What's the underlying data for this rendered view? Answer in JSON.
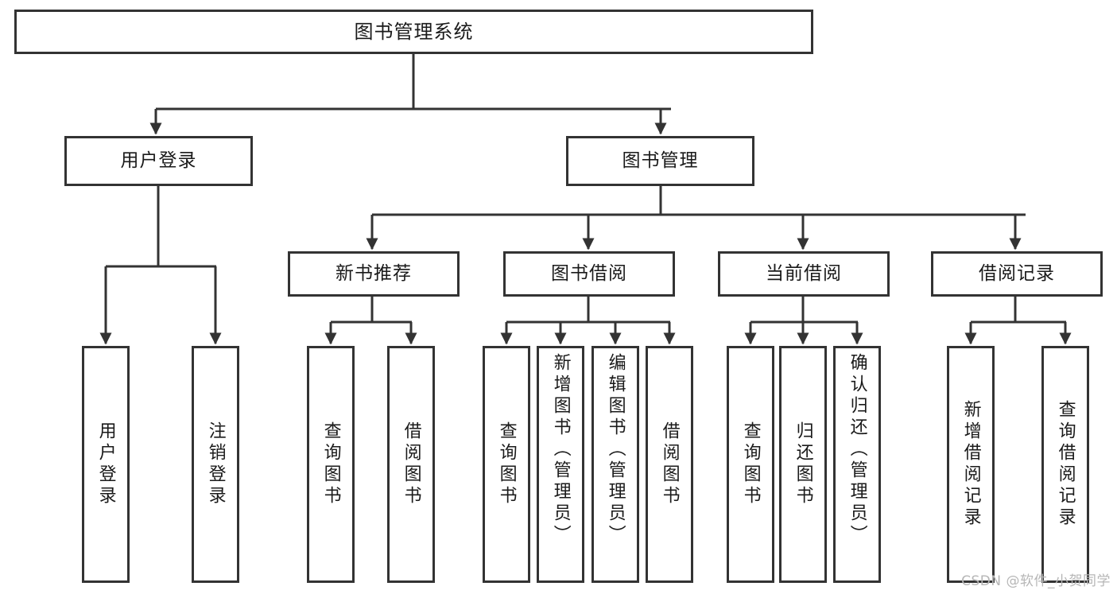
{
  "diagram": {
    "title": "图书管理系统",
    "type": "tree",
    "watermark": "CSDN @软件_小贺同学",
    "colors": {
      "stroke": "#333333",
      "fill": "#ffffff",
      "text": "#1a1a1a",
      "watermark": "#b6b6b6"
    },
    "root": {
      "label": "图书管理系统"
    },
    "level2": [
      {
        "label": "用户登录"
      },
      {
        "label": "图书管理"
      }
    ],
    "level3": [
      {
        "label": "新书推荐"
      },
      {
        "label": "图书借阅"
      },
      {
        "label": "当前借阅"
      },
      {
        "label": "借阅记录"
      }
    ],
    "leaves": {
      "user_login": [
        {
          "label": "用户登录"
        },
        {
          "label": "注销登录"
        }
      ],
      "new_book": [
        {
          "label": "查询图书"
        },
        {
          "label": "借阅图书"
        }
      ],
      "book_borrow": [
        {
          "label": "查询图书"
        },
        {
          "label": "新增图书（管理员）"
        },
        {
          "label": "编辑图书（管理员）"
        },
        {
          "label": "借阅图书"
        }
      ],
      "current_borrow": [
        {
          "label": "查询图书"
        },
        {
          "label": "归还图书"
        },
        {
          "label": "确认归还（管理员）"
        }
      ],
      "borrow_record": [
        {
          "label": "新增借阅记录"
        },
        {
          "label": "查询借阅记录"
        }
      ]
    }
  }
}
